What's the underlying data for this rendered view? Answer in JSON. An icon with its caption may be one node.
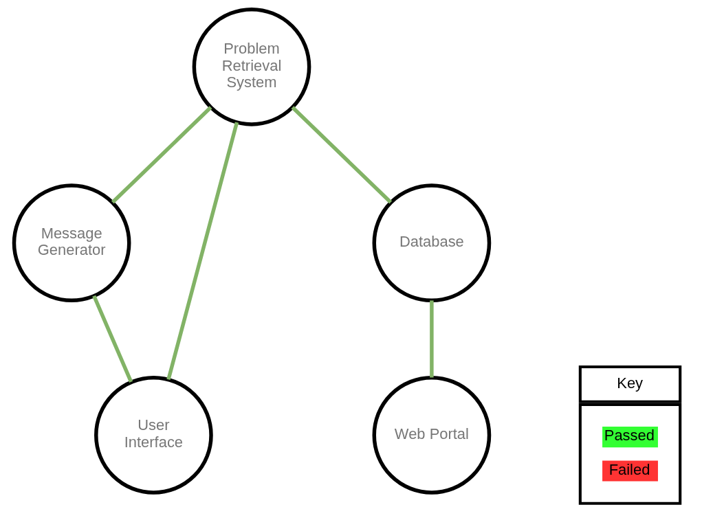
{
  "diagram": {
    "nodes": [
      {
        "text": [
          "Problem Retrieval System"
        ]
      },
      {
        "text": [
          "Message Generator"
        ]
      },
      {
        "text": [
          "Database"
        ]
      },
      {
        "text": [
          "User Interface"
        ]
      },
      {
        "text": [
          "Web Portal"
        ]
      }
    ],
    "edges": [
      {
        "from": 0,
        "to": 1,
        "arrow": "none"
      },
      {
        "from": 0,
        "to": 3,
        "arrow": "none"
      },
      {
        "from": 0,
        "to": 2,
        "arrow": "none"
      },
      {
        "from": 1,
        "to": 3,
        "arrow": "none"
      },
      {
        "from": 2,
        "to": 4,
        "arrow": "none"
      }
    ],
    "labels": [
      "Key"
    ],
    "legend": [
      {
        "text": "Passed",
        "color": "#33ff33"
      },
      {
        "text": "Failed",
        "color": "#ff3333"
      }
    ]
  }
}
